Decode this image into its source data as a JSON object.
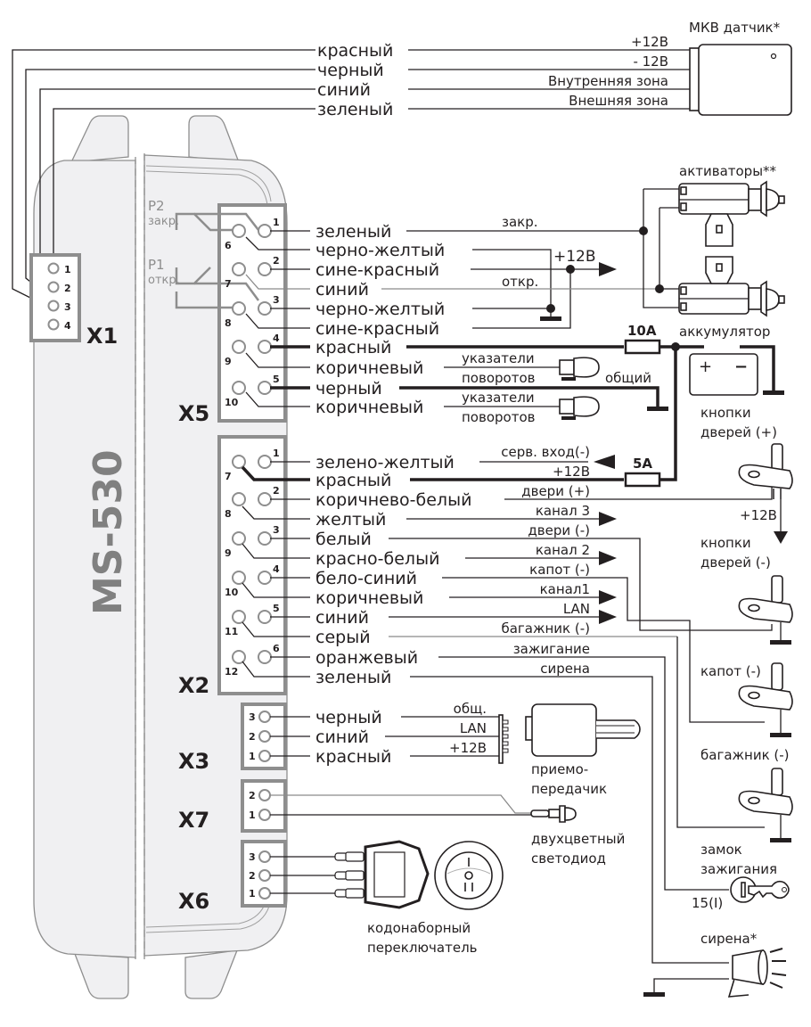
{
  "unit": {
    "model": "MS-530"
  },
  "mkv_sensor": {
    "title": "МКВ датчик*",
    "wires": [
      {
        "color_label": "красный",
        "signal": "+12В"
      },
      {
        "color_label": "черный",
        "signal": "- 12В"
      },
      {
        "color_label": "синий",
        "signal": "Внутренняя зона"
      },
      {
        "color_label": "зеленый",
        "signal": "Внешняя зона"
      }
    ]
  },
  "connectors": {
    "x1": {
      "name": "X1",
      "pins": [
        "1",
        "2",
        "3",
        "4"
      ]
    },
    "x5": {
      "name": "X5",
      "relay_p2": {
        "name": "P2",
        "function": "закр."
      },
      "relay_p1": {
        "name": "P1",
        "function": "откр."
      },
      "pins_right": [
        "1",
        "2",
        "3",
        "4",
        "5"
      ],
      "pins_left": [
        "6",
        "7",
        "8",
        "9",
        "10"
      ],
      "wires": [
        "зеленый",
        "черно-желтый",
        "сине-красный",
        "синий",
        "черно-желтый",
        "сине-красный",
        "красный",
        "коричневый",
        "черный",
        "коричневый"
      ]
    },
    "x2": {
      "name": "X2",
      "pins_right": [
        "1",
        "2",
        "3",
        "4",
        "5",
        "6"
      ],
      "pins_left": [
        "7",
        "8",
        "9",
        "10",
        "11",
        "12"
      ],
      "wires": [
        "зелено-желтый",
        "красный",
        "коричнево-белый",
        "желтый",
        "белый",
        "красно-белый",
        "бело-синий",
        "коричневый",
        "синий",
        "серый",
        "оранжевый",
        "зеленый"
      ],
      "signals": [
        "серв. вход(-)",
        "+12В",
        "двери (+)",
        "канал 3",
        "двери (-)",
        "канал  2",
        "капот (-)",
        "канал1",
        "LAN",
        "багажник (-)",
        "зажигание",
        "сирена"
      ]
    },
    "x3": {
      "name": "X3",
      "pins": [
        "3",
        "2",
        "1"
      ],
      "wires": [
        "черный",
        "синий",
        "красный"
      ],
      "signals": [
        "общ.",
        "LAN",
        "+12В"
      ]
    },
    "x7": {
      "name": "X7",
      "pins": [
        "2",
        "1"
      ]
    },
    "x6": {
      "name": "X6",
      "pins": [
        "3",
        "2",
        "1"
      ]
    }
  },
  "central_lock": {
    "title": "активаторы**",
    "close_label": "закр.",
    "open_label": "откр.",
    "plus12": "+12В"
  },
  "power": {
    "fuse_main": "10А",
    "fuse_aux": "5А",
    "battery_label": "аккумулятор",
    "battery_plus": "+",
    "battery_minus": "−",
    "common_label": "общий",
    "turn_signals_line1": "указатели",
    "turn_signals_line2": "поворотов"
  },
  "devices": {
    "door_plus": {
      "line1": "кнопки",
      "line2": "дверей (+)",
      "plus12": "+12В"
    },
    "door_minus": {
      "line1": "кнопки",
      "line2": "дверей (-)"
    },
    "hood": "капот (-)",
    "trunk": "багажник (-)",
    "ignition": {
      "line1": "замок",
      "line2": "зажигания",
      "terminal": "15(I)"
    },
    "siren": "сирена*",
    "transceiver": {
      "line1": "приемо-",
      "line2": "передачик"
    },
    "led": {
      "line1": "двухцветный",
      "line2": "светодиод"
    },
    "code_switch": {
      "line1": "кодонаборный",
      "line2": "переключатель",
      "pos1": "I",
      "pos2": "II"
    }
  }
}
